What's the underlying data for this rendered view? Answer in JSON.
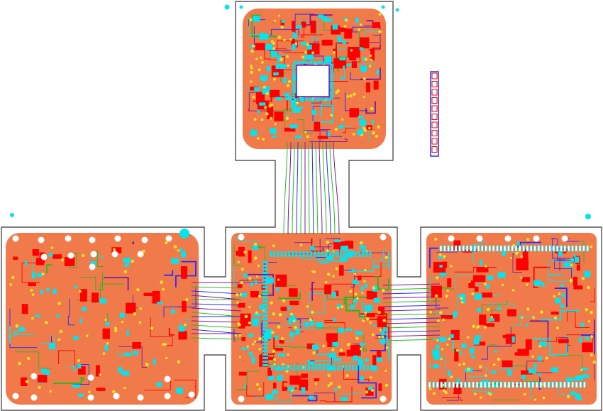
{
  "view": {
    "type": "pcb-layout",
    "board_count": 4,
    "colors": {
      "background": "#ffffff",
      "outline": "#333333",
      "copper_pour": "#f07a4a",
      "top_copper": "#ff0000",
      "pads": "#00e5ee",
      "inner_trace_green": "#22bb22",
      "inner_trace_purple": "#7a1aa0",
      "inner_trace_blue": "#2a2aff",
      "vias": "#f0e020",
      "drill_holes": "#ffffff"
    },
    "connector_pin_count": 10
  }
}
